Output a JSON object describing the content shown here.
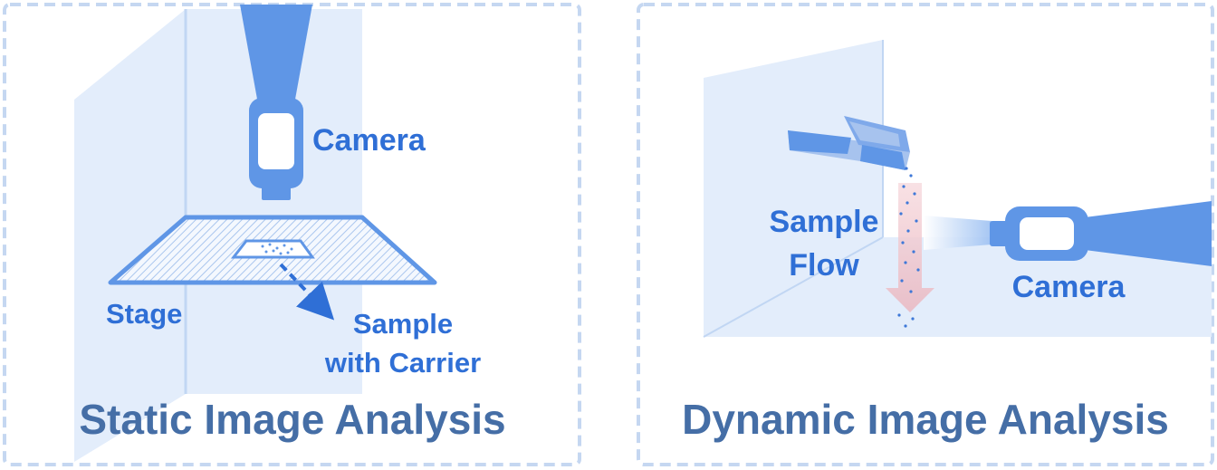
{
  "static_panel": {
    "title": "Static Image Analysis",
    "labels": {
      "camera": "Camera",
      "stage": "Stage",
      "sample_line1": "Sample",
      "sample_line2": "with Carrier"
    }
  },
  "dynamic_panel": {
    "title": "Dynamic Image Analysis",
    "labels": {
      "flow_line1": "Sample",
      "flow_line2": "Flow",
      "camera": "Camera"
    }
  },
  "colors": {
    "panel_border": "#c5d7f1",
    "light_fill": "#e3edfb",
    "camera_blue": "#5f96e6",
    "label_blue": "#2f6fd6",
    "title_blue": "#456ea6",
    "flow_pink": "#f1c9cf"
  }
}
